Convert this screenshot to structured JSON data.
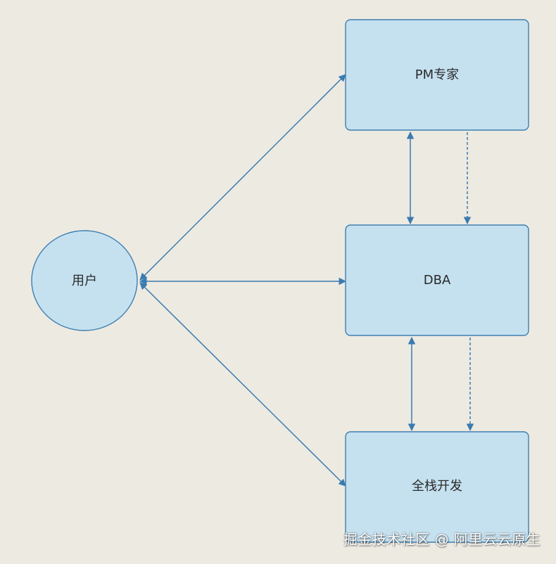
{
  "nodes": {
    "user": {
      "label": "用户"
    },
    "pm": {
      "label": "PM专家"
    },
    "dba": {
      "label": "DBA"
    },
    "fullstack": {
      "label": "全栈开发"
    }
  },
  "edges": [
    {
      "from": "user",
      "to": "pm",
      "style": "solid",
      "direction": "both"
    },
    {
      "from": "user",
      "to": "dba",
      "style": "solid",
      "direction": "both"
    },
    {
      "from": "user",
      "to": "fullstack",
      "style": "solid",
      "direction": "both"
    },
    {
      "from": "pm",
      "to": "dba",
      "style": "solid",
      "direction": "both"
    },
    {
      "from": "pm",
      "to": "dba",
      "style": "dashed",
      "direction": "forward"
    },
    {
      "from": "dba",
      "to": "fullstack",
      "style": "solid",
      "direction": "both"
    },
    {
      "from": "dba",
      "to": "fullstack",
      "style": "dashed",
      "direction": "forward"
    }
  ],
  "colors": {
    "background": "#edeae2",
    "node_fill": "#c5e1f0",
    "node_stroke": "#3f7fb0",
    "edge": "#3a7bb0"
  },
  "watermark": "掘金技术社区 @ 阿里云云原生"
}
